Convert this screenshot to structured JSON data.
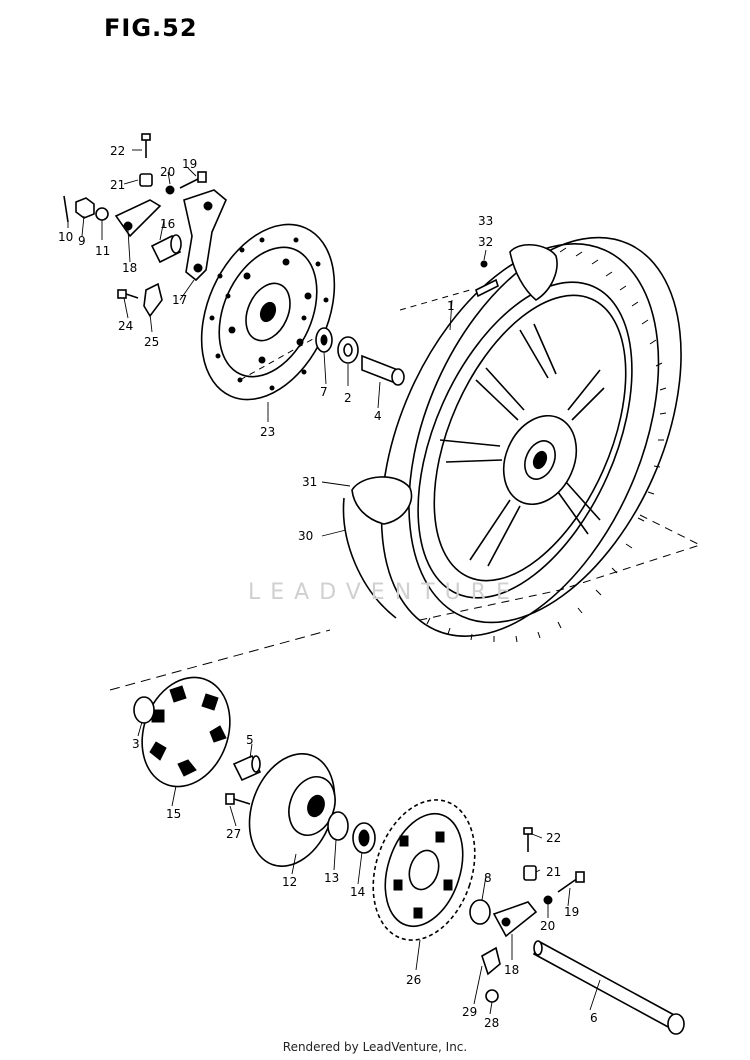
{
  "figure_title": "FIG.52",
  "watermark": "LEADVENTURE",
  "footer": "Rendered by LeadVenture, Inc.",
  "callouts": [
    "1",
    "2",
    "3",
    "4",
    "5",
    "6",
    "7",
    "8",
    "9",
    "10",
    "11",
    "12",
    "13",
    "14",
    "15",
    "16",
    "17",
    "18",
    "19",
    "20",
    "21",
    "22",
    "23",
    "24",
    "25",
    "26",
    "27",
    "28",
    "29",
    "30",
    "31",
    "32",
    "33"
  ],
  "callouts_lower": [
    "22",
    "21",
    "19",
    "20",
    "18"
  ]
}
